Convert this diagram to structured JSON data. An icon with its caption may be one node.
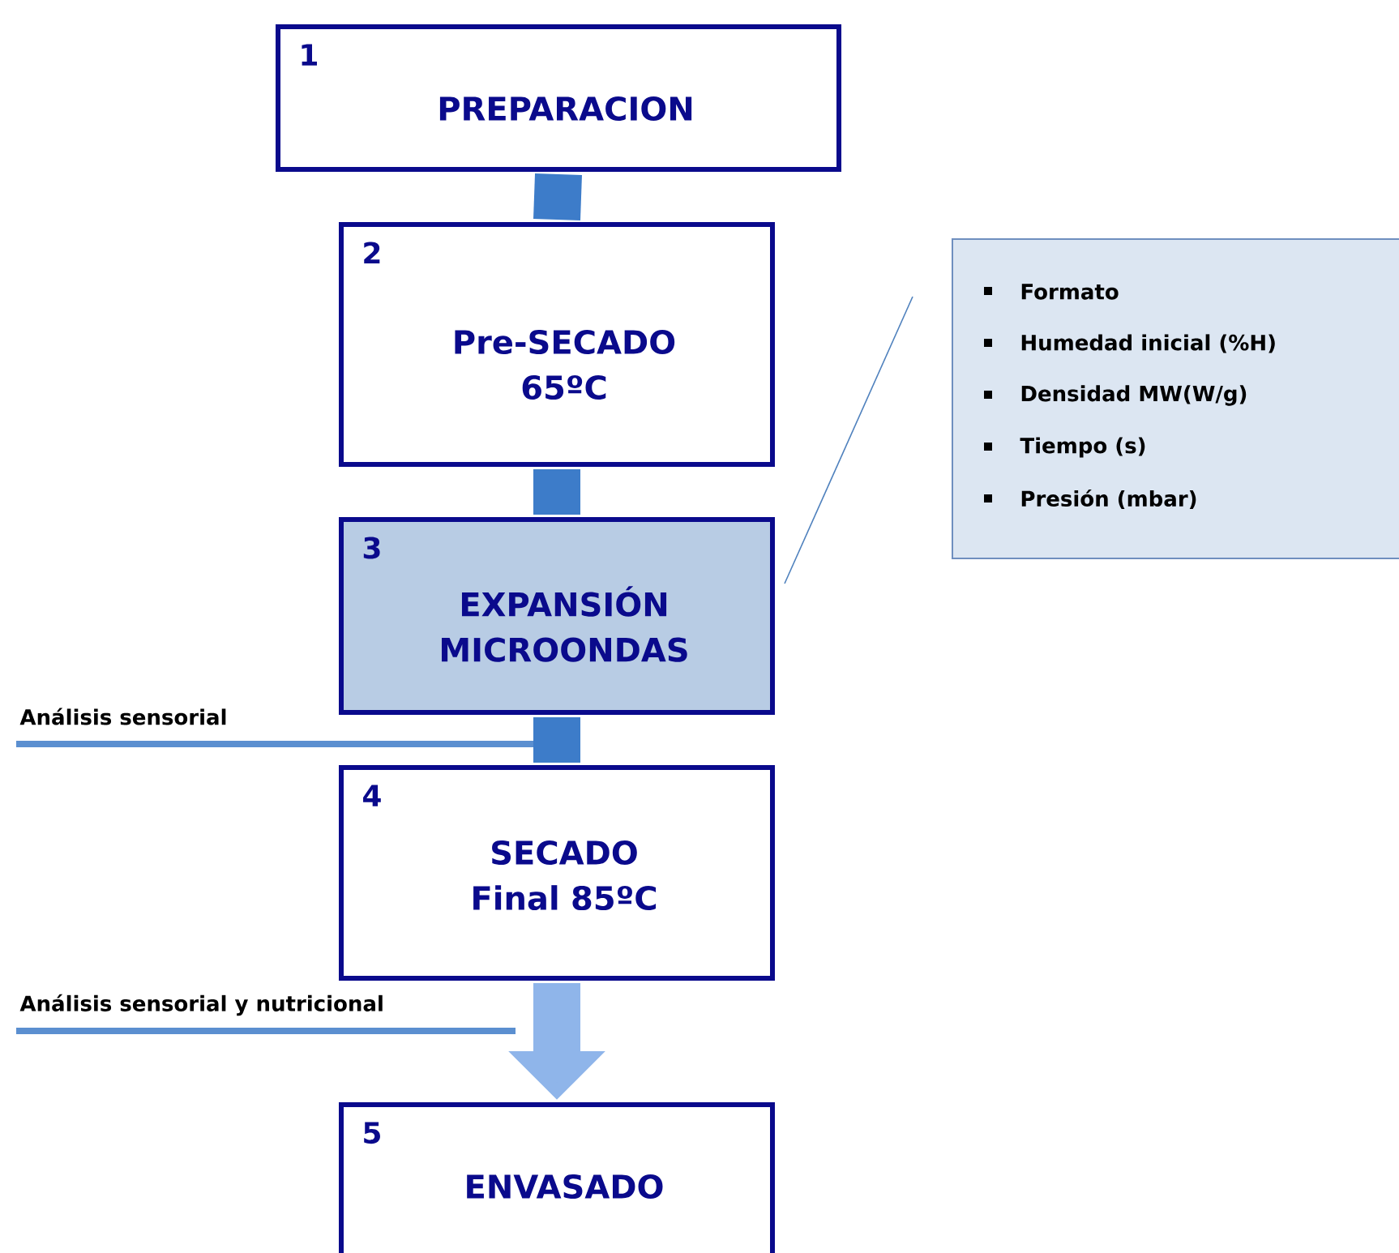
{
  "diagram": {
    "nodes": [
      {
        "text": [
          "1",
          "PREPARACION"
        ]
      },
      {
        "text": [
          "2",
          "Pre-SECADO 65ºC"
        ]
      },
      {
        "text": [
          "3",
          "EXPANSIÓN MICROONDAS"
        ]
      },
      {
        "text": [
          "4",
          "SECADO Final 85ºC"
        ]
      },
      {
        "text": [
          "5",
          "ENVASADO"
        ]
      },
      {
        "text": [
          "Formato",
          "Humedad inicial (%H)",
          "Densidad MW(W/g)",
          "Tiempo (s)",
          "Presión (mbar)"
        ]
      }
    ],
    "edges": [
      {
        "from": 0,
        "to": 1,
        "arrow": "none"
      },
      {
        "from": 1,
        "to": 2,
        "arrow": "none"
      },
      {
        "from": 2,
        "to": 3,
        "arrow": "none"
      },
      {
        "from": 3,
        "to": 4,
        "arrow": "to",
        "color": "#8fb5ea"
      },
      {
        "from": 5,
        "to": 2,
        "arrow": "none"
      }
    ],
    "labels": [
      "Análisis sensorial",
      "Análisis sensorial y nutricional"
    ]
  }
}
